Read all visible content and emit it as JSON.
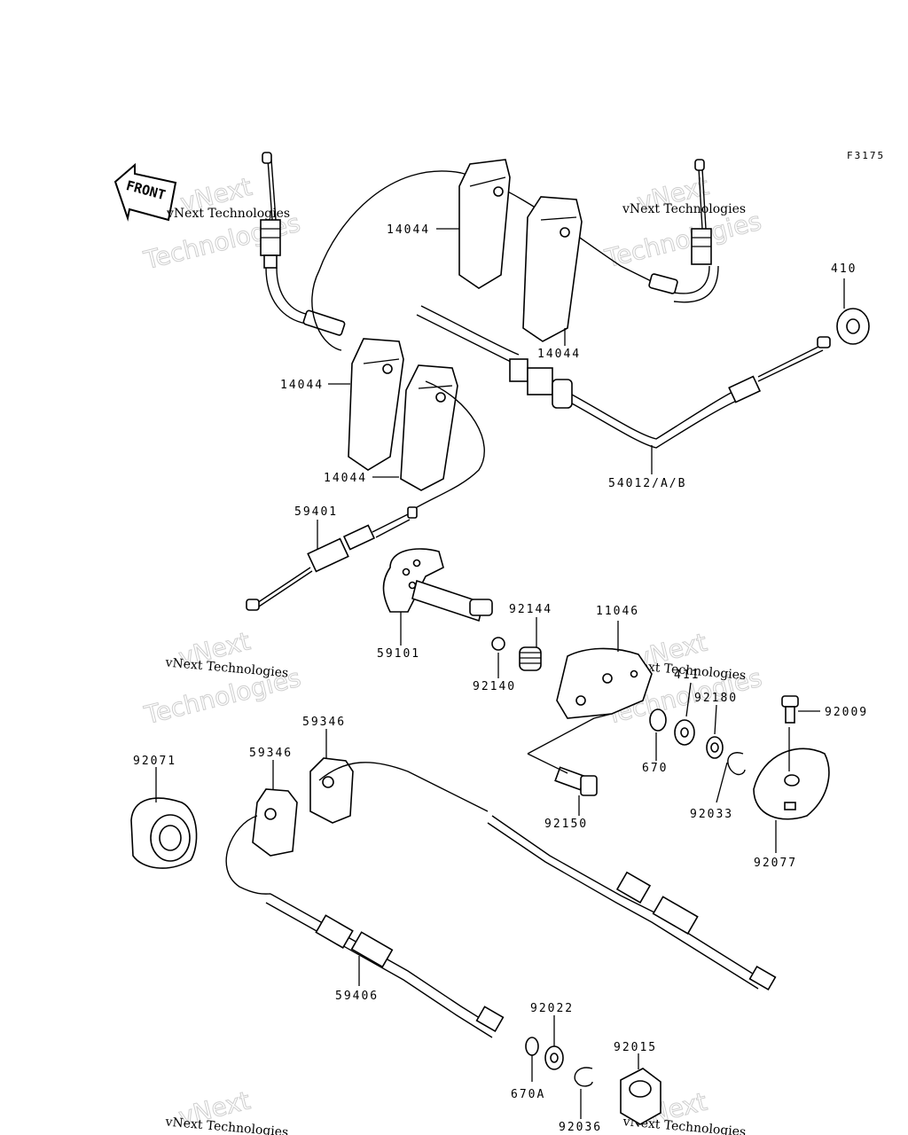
{
  "figure_code": "F3175",
  "front_arrow_label": "FRONT",
  "watermark": {
    "line1": "vNext Technologies",
    "line2": "Technologies",
    "shadow": "vNext"
  },
  "part_labels": [
    "14044",
    "14044",
    "14044",
    "14044",
    "410",
    "54012/A/B",
    "59401",
    "59101",
    "92144",
    "11046",
    "92140",
    "411",
    "92180",
    "92009",
    "670",
    "92033",
    "92077",
    "92150",
    "92071",
    "59346",
    "59346",
    "59406",
    "92022",
    "670A",
    "92036",
    "92015"
  ]
}
